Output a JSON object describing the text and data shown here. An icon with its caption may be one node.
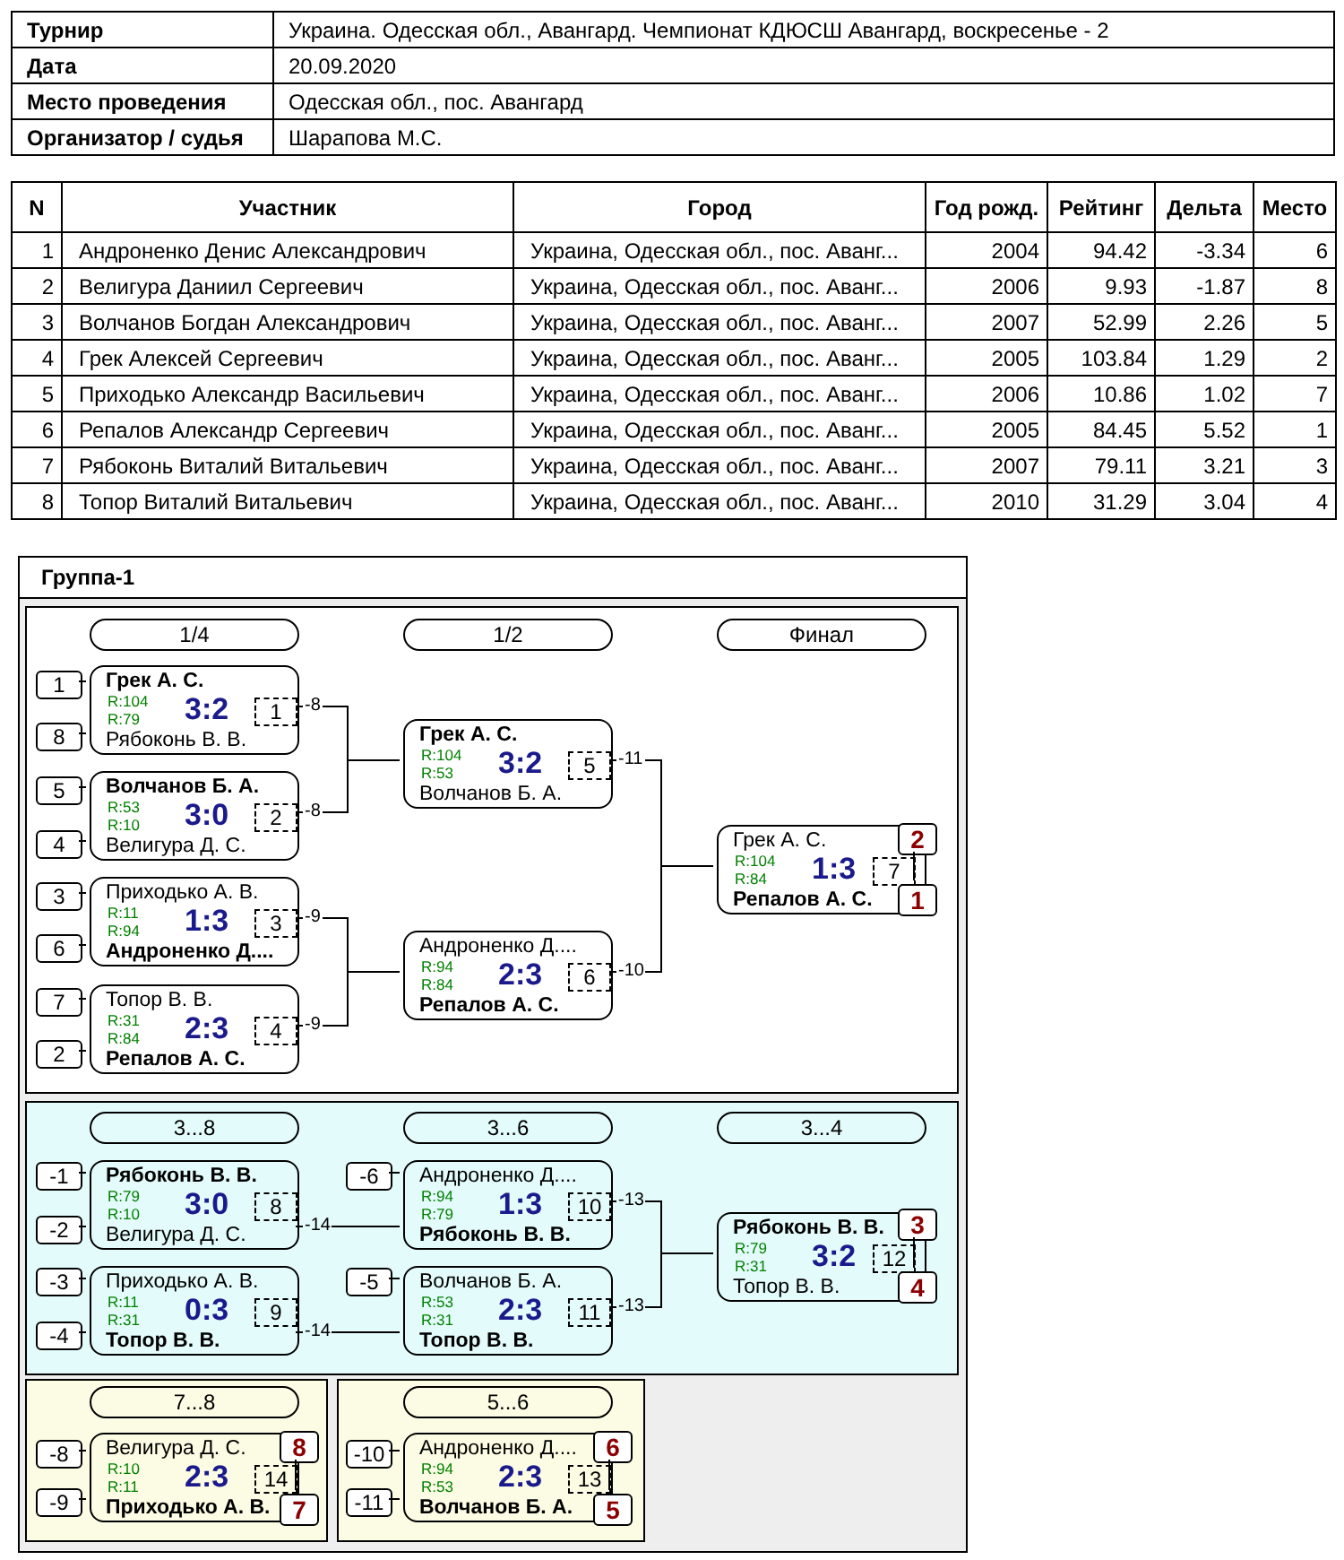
{
  "diagram": {
    "nodes": [
      {
        "text": [
          "Группа-1"
        ]
      },
      {
        "text": [],
        "shape": "box",
        "in": 0
      },
      {
        "text": [
          "1/4"
        ],
        "in": 1
      },
      {
        "text": [
          "1/2"
        ],
        "in": 1
      },
      {
        "text": [
          "Финал"
        ],
        "in": 1
      },
      {
        "text": [
          "1"
        ],
        "in": 1
      },
      {
        "text": [
          "8"
        ],
        "in": 1
      },
      {
        "text": [
          "Грек А. С.",
          "R:104",
          "R:79",
          "3:2",
          "Рябоконь В. В."
        ],
        "in": 1
      },
      {
        "text": [
          "1"
        ],
        "in": 7
      },
      {
        "text": [
          "5"
        ],
        "in": 1
      },
      {
        "text": [
          "4"
        ],
        "in": 1
      },
      {
        "text": [
          "Волчанов Б. А.",
          "R:53",
          "R:10",
          "3:0",
          "Велигура Д. С."
        ],
        "in": 1
      },
      {
        "text": [
          "2"
        ],
        "in": 11
      },
      {
        "text": [
          "3"
        ],
        "in": 1
      },
      {
        "text": [
          "6"
        ],
        "in": 1
      },
      {
        "text": [
          "Приходько А. В.",
          "R:11",
          "R:94",
          "1:3",
          "Андроненко Д...."
        ],
        "in": 1
      },
      {
        "text": [
          "3"
        ],
        "in": 15
      },
      {
        "text": [
          "7"
        ],
        "in": 1
      },
      {
        "text": [
          "2"
        ],
        "in": 1
      },
      {
        "text": [
          "Топор В. В.",
          "R:31",
          "R:84",
          "2:3",
          "Репалов А. С."
        ],
        "in": 1
      },
      {
        "text": [
          "4"
        ],
        "in": 19
      },
      {
        "text": [
          "Грек А. С.",
          "R:104",
          "R:53",
          "3:2",
          "Волчанов Б. А."
        ],
        "in": 1
      },
      {
        "text": [
          "5"
        ],
        "in": 21
      },
      {
        "text": [
          "Андроненко Д....",
          "R:94",
          "R:84",
          "2:3",
          "Репалов А. С."
        ],
        "in": 1
      },
      {
        "text": [
          "6"
        ],
        "in": 23
      },
      {
        "text": [
          "Грек А. С.",
          "R:104",
          "R:84",
          "1:3",
          "Репалов А. С."
        ],
        "in": 1
      },
      {
        "text": [
          "7"
        ],
        "in": 25
      },
      {
        "text": [
          "2"
        ],
        "in": 1
      },
      {
        "text": [
          "1"
        ],
        "in": 1
      },
      {
        "text": [],
        "shape": "box",
        "in": 0
      },
      {
        "text": [
          "3...8"
        ],
        "in": 29
      },
      {
        "text": [
          "3...6"
        ],
        "in": 29
      },
      {
        "text": [
          "3...4"
        ],
        "in": 29
      },
      {
        "text": [
          "-1"
        ],
        "in": 29
      },
      {
        "text": [
          "-2"
        ],
        "in": 29
      },
      {
        "text": [
          "Рябоконь В. В.",
          "R:79",
          "R:10",
          "3:0",
          "Велигура Д. С."
        ],
        "in": 29
      },
      {
        "text": [
          "8"
        ],
        "in": 35
      },
      {
        "text": [
          "-6"
        ],
        "in": 29
      },
      {
        "text": [
          "Андроненко Д....",
          "R:94",
          "R:79",
          "1:3",
          "Рябоконь В. В."
        ],
        "in": 29
      },
      {
        "text": [
          "10"
        ],
        "in": 38
      },
      {
        "text": [
          "-3"
        ],
        "in": 29
      },
      {
        "text": [
          "-4"
        ],
        "in": 29
      },
      {
        "text": [
          "Приходько А. В.",
          "R:11",
          "R:31",
          "0:3",
          "Топор В. В."
        ],
        "in": 29
      },
      {
        "text": [
          "9"
        ],
        "in": 42
      },
      {
        "text": [
          "-5"
        ],
        "in": 29
      },
      {
        "text": [
          "Волчанов Б. А.",
          "R:53",
          "R:31",
          "2:3",
          "Топор В. В."
        ],
        "in": 29
      },
      {
        "text": [
          "11"
        ],
        "in": 45
      },
      {
        "text": [
          "Рябоконь В. В.",
          "R:79",
          "R:31",
          "3:2",
          "Топор В. В."
        ],
        "in": 29
      },
      {
        "text": [
          "12"
        ],
        "in": 47
      },
      {
        "text": [
          "3"
        ],
        "in": 29
      },
      {
        "text": [
          "4"
        ],
        "in": 29
      },
      {
        "text": [],
        "shape": "box",
        "in": 0
      },
      {
        "text": [
          "7...8"
        ],
        "in": 51
      },
      {
        "text": [
          "-8"
        ],
        "in": 51
      },
      {
        "text": [
          "-9"
        ],
        "in": 51
      },
      {
        "text": [
          "Велигура Д. С.",
          "R:10",
          "R:11",
          "2:3",
          "Приходько А. В."
        ],
        "in": 51
      },
      {
        "text": [
          "14"
        ],
        "in": 55
      },
      {
        "text": [
          "8"
        ],
        "in": 51
      },
      {
        "text": [
          "7"
        ],
        "in": 51
      },
      {
        "text": [],
        "shape": "box",
        "in": 0
      },
      {
        "text": [
          "5...6"
        ],
        "in": 59
      },
      {
        "text": [
          "-10"
        ],
        "in": 59
      },
      {
        "text": [
          "-11"
        ],
        "in": 59
      },
      {
        "text": [
          "Андроненко Д....",
          "R:94",
          "R:53",
          "2:3",
          "Волчанов Б. А."
        ],
        "in": 59
      },
      {
        "text": [
          "13"
        ],
        "in": 63
      },
      {
        "text": [
          "6"
        ],
        "in": 59
      },
      {
        "text": [
          "5"
        ],
        "in": 59
      }
    ],
    "edges": [
      {
        "from": 5,
        "to": 7,
        "arrow": "none"
      },
      {
        "from": 6,
        "to": 7,
        "arrow": "none"
      },
      {
        "from": 9,
        "to": 11,
        "arrow": "none"
      },
      {
        "from": 10,
        "to": 11,
        "arrow": "none"
      },
      {
        "from": 13,
        "to": 15,
        "arrow": "none"
      },
      {
        "from": 14,
        "to": 15,
        "arrow": "none"
      },
      {
        "from": 17,
        "to": 19,
        "arrow": "none"
      },
      {
        "from": 18,
        "to": 19,
        "arrow": "none"
      },
      {
        "from": 7,
        "to": 21,
        "arrow": "none",
        "label": "-8"
      },
      {
        "from": 11,
        "to": 21,
        "arrow": "none",
        "label": "-8"
      },
      {
        "from": 15,
        "to": 23,
        "arrow": "none",
        "label": "-9"
      },
      {
        "from": 19,
        "to": 23,
        "arrow": "none",
        "label": "-9"
      },
      {
        "from": 21,
        "to": 25,
        "arrow": "none",
        "label": "-11"
      },
      {
        "from": 23,
        "to": 25,
        "arrow": "none",
        "label": "-10"
      },
      {
        "from": 27,
        "to": 28,
        "arrow": "none"
      },
      {
        "from": 33,
        "to": 35,
        "arrow": "none"
      },
      {
        "from": 34,
        "to": 35,
        "arrow": "none"
      },
      {
        "from": 40,
        "to": 42,
        "arrow": "none"
      },
      {
        "from": 41,
        "to": 42,
        "arrow": "none"
      },
      {
        "from": 37,
        "to": 38,
        "arrow": "none"
      },
      {
        "from": 44,
        "to": 45,
        "arrow": "none"
      },
      {
        "from": 35,
        "to": 38,
        "arrow": "none",
        "label": "-14"
      },
      {
        "from": 42,
        "to": 45,
        "arrow": "none",
        "label": "-14"
      },
      {
        "from": 38,
        "to": 47,
        "arrow": "none",
        "label": "-13"
      },
      {
        "from": 45,
        "to": 47,
        "arrow": "none",
        "label": "-13"
      },
      {
        "from": 49,
        "to": 50,
        "arrow": "none"
      },
      {
        "from": 53,
        "to": 55,
        "arrow": "none"
      },
      {
        "from": 54,
        "to": 55,
        "arrow": "none"
      },
      {
        "from": 57,
        "to": 58,
        "arrow": "none"
      },
      {
        "from": 61,
        "to": 63,
        "arrow": "none"
      },
      {
        "from": 62,
        "to": 63,
        "arrow": "none"
      },
      {
        "from": 65,
        "to": 66,
        "arrow": "none"
      }
    ],
    "labels": [
      "Турнир",
      "Украина. Одесская обл., Авангард. Чемпионат КДЮСШ Авангард, воскресенье - 2",
      "Дата",
      "20.09.2020",
      "Место проведения",
      "Одесская обл., пос. Авангард",
      "Организатор / судья",
      "Шарапова М.С.",
      "N",
      "Участник",
      "Город",
      "Год рожд.",
      "Рейтинг",
      "Дельта",
      "Место",
      "1",
      "Андроненко Денис Александрович",
      "Украина, Одесская обл., пос. Аванг...",
      "2004",
      "94.42",
      "-3.34",
      "6",
      "2",
      "Велигура Даниил Сергеевич",
      "Украина, Одесская обл., пос. Аванг...",
      "2006",
      "9.93",
      "-1.87",
      "8",
      "3",
      "Волчанов Богдан Александрович",
      "Украина, Одесская обл., пос. Аванг...",
      "2007",
      "52.99",
      "2.26",
      "5",
      "4",
      "Грек Алексей Сергеевич",
      "Украина, Одесская обл., пос. Аванг...",
      "2005",
      "103.84",
      "1.29",
      "2",
      "5",
      "Приходько Александр Васильевич",
      "Украина, Одесская обл., пос. Аванг...",
      "2006",
      "10.86",
      "1.02",
      "7",
      "6",
      "Репалов Александр Сергеевич",
      "Украина, Одесская обл., пос. Аванг...",
      "2005",
      "84.45",
      "5.52",
      "1",
      "7",
      "Рябоконь Виталий Витальевич",
      "Украина, Одесская обл., пос. Аванг...",
      "2007",
      "79.11",
      "3.21",
      "3",
      "8",
      "Топор Виталий Витальевич",
      "Украина, Одесская обл., пос. Аванг...",
      "2010",
      "31.29",
      "3.04",
      "4"
    ]
  }
}
